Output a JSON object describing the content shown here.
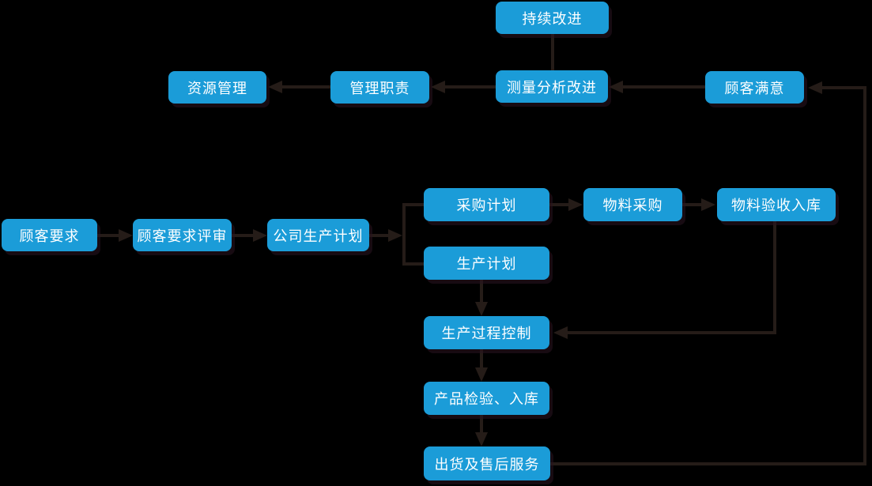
{
  "diagram": {
    "background_color": "#000000",
    "node_fill_color": "#1b9cd8",
    "node_text_color": "#ffffff",
    "connector_color": "#251c18",
    "nodes": [
      {
        "id": "continuous-improvement",
        "label": "持续改进"
      },
      {
        "id": "resource-management",
        "label": "资源管理"
      },
      {
        "id": "management-responsibility",
        "label": "管理职责"
      },
      {
        "id": "measurement-analysis-improvement",
        "label": "测量分析改进"
      },
      {
        "id": "customer-satisfaction",
        "label": "顾客满意"
      },
      {
        "id": "customer-requirements",
        "label": "顾客要求"
      },
      {
        "id": "customer-requirements-review",
        "label": "顾客要求评审"
      },
      {
        "id": "company-production-plan",
        "label": "公司生产计划"
      },
      {
        "id": "procurement-plan",
        "label": "采购计划"
      },
      {
        "id": "material-procurement",
        "label": "物料采购"
      },
      {
        "id": "material-acceptance-storage",
        "label": "物料验收入库"
      },
      {
        "id": "production-plan",
        "label": "生产计划"
      },
      {
        "id": "production-process-control",
        "label": "生产过程控制"
      },
      {
        "id": "product-inspection-storage",
        "label": "产品检验、入库"
      },
      {
        "id": "shipping-after-sales-service",
        "label": "出货及售后服务"
      }
    ],
    "edges": [
      {
        "from": "continuous-improvement",
        "to": "measurement-analysis-improvement",
        "arrowhead": false
      },
      {
        "from": "measurement-analysis-improvement",
        "to": "management-responsibility",
        "arrowhead": true
      },
      {
        "from": "management-responsibility",
        "to": "resource-management",
        "arrowhead": true
      },
      {
        "from": "customer-satisfaction",
        "to": "measurement-analysis-improvement",
        "arrowhead": true
      },
      {
        "from": "customer-requirements",
        "to": "customer-requirements-review",
        "arrowhead": true
      },
      {
        "from": "customer-requirements-review",
        "to": "company-production-plan",
        "arrowhead": true
      },
      {
        "from": "company-production-plan",
        "to": "procurement-plan",
        "arrowhead": true
      },
      {
        "from": "company-production-plan",
        "to": "production-plan",
        "arrowhead": true
      },
      {
        "from": "procurement-plan",
        "to": "material-procurement",
        "arrowhead": true
      },
      {
        "from": "material-procurement",
        "to": "material-acceptance-storage",
        "arrowhead": true
      },
      {
        "from": "material-acceptance-storage",
        "to": "production-process-control",
        "arrowhead": true
      },
      {
        "from": "production-plan",
        "to": "production-process-control",
        "arrowhead": true
      },
      {
        "from": "production-process-control",
        "to": "product-inspection-storage",
        "arrowhead": true
      },
      {
        "from": "product-inspection-storage",
        "to": "shipping-after-sales-service",
        "arrowhead": true
      },
      {
        "from": "shipping-after-sales-service",
        "to": "customer-satisfaction",
        "arrowhead": true
      }
    ]
  }
}
